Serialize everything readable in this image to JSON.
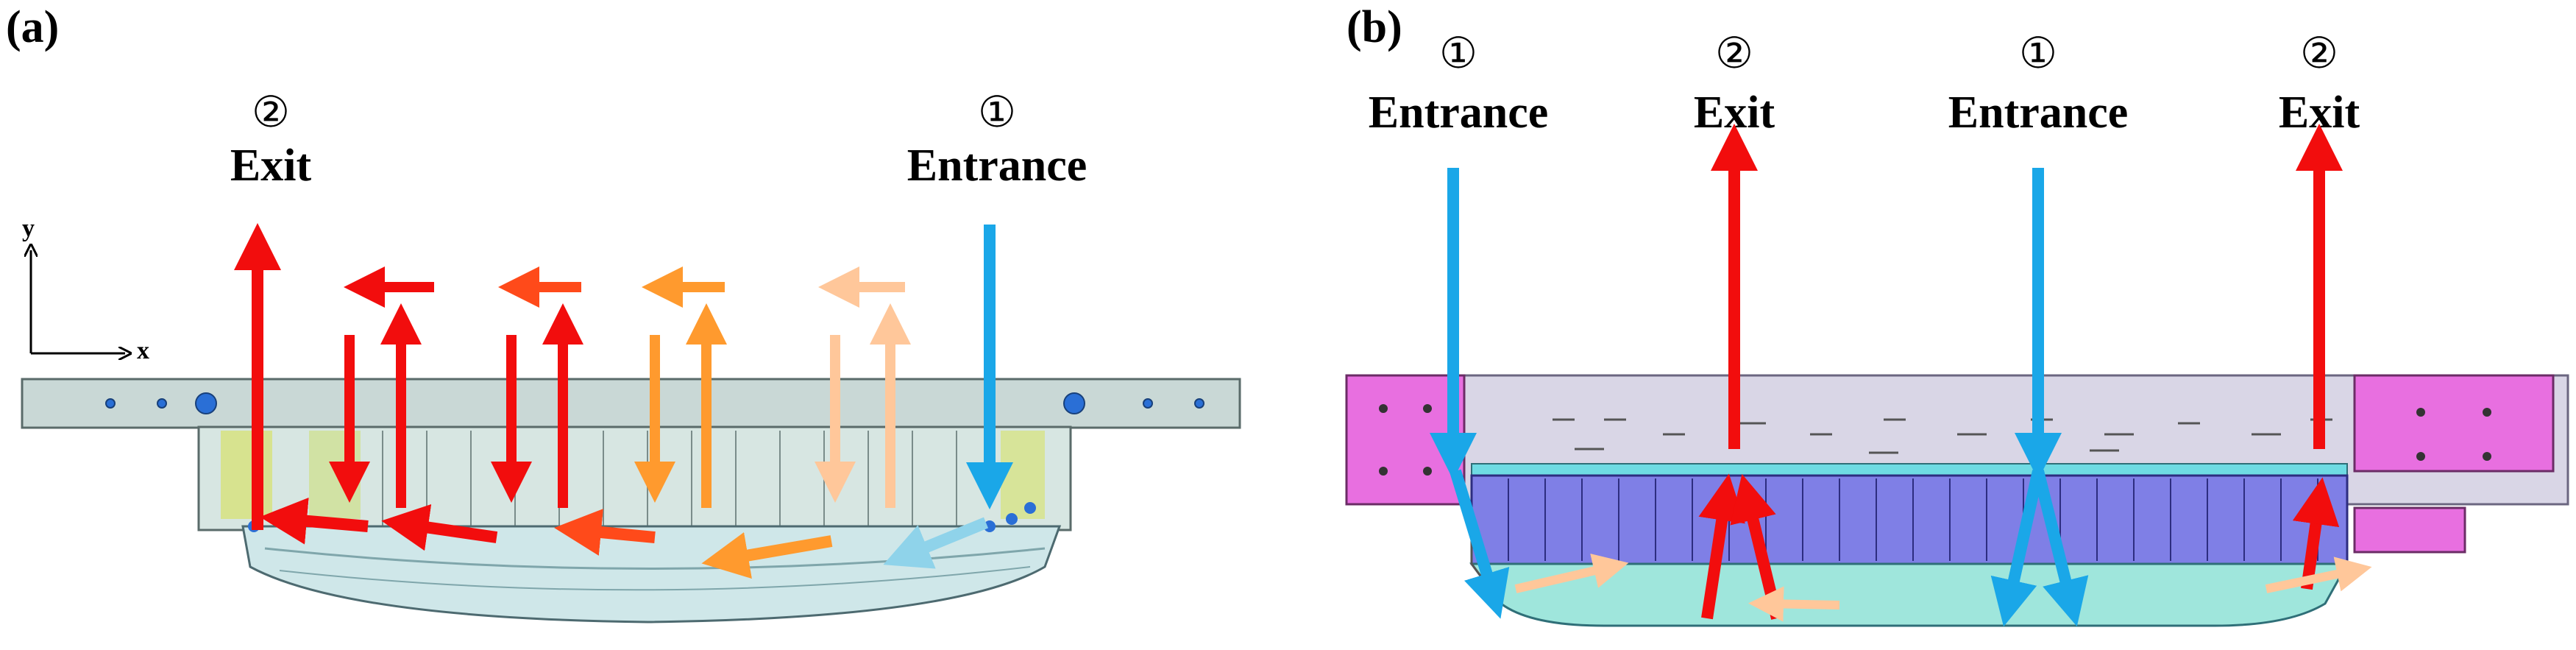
{
  "panel_a": {
    "letter": "(a)",
    "entrance_marker": "①",
    "entrance_label": "Entrance",
    "exit_marker": "②",
    "exit_label": "Exit",
    "axis_y": "y",
    "axis_x": "x"
  },
  "panel_b": {
    "letter": "(b)",
    "entrance1_marker": "①",
    "entrance1_label": "Entrance",
    "exit1_marker": "②",
    "exit1_label": "Exit",
    "entrance2_marker": "①",
    "entrance2_label": "Entrance",
    "exit2_marker": "②",
    "exit2_label": "Exit"
  },
  "colors": {
    "entrance_flow": "#1aa7e8",
    "exit_flow": "#f20d0d",
    "flow_orange_dark": "#ff4a1a",
    "flow_orange": "#ff9a2e",
    "flow_peach": "#ffc79a",
    "mount_pink": "#e86fe0",
    "cell_blue": "#7f7fe6",
    "housing_gray": "#d9d6e6",
    "cooling_plate": "#9fe6dc"
  }
}
